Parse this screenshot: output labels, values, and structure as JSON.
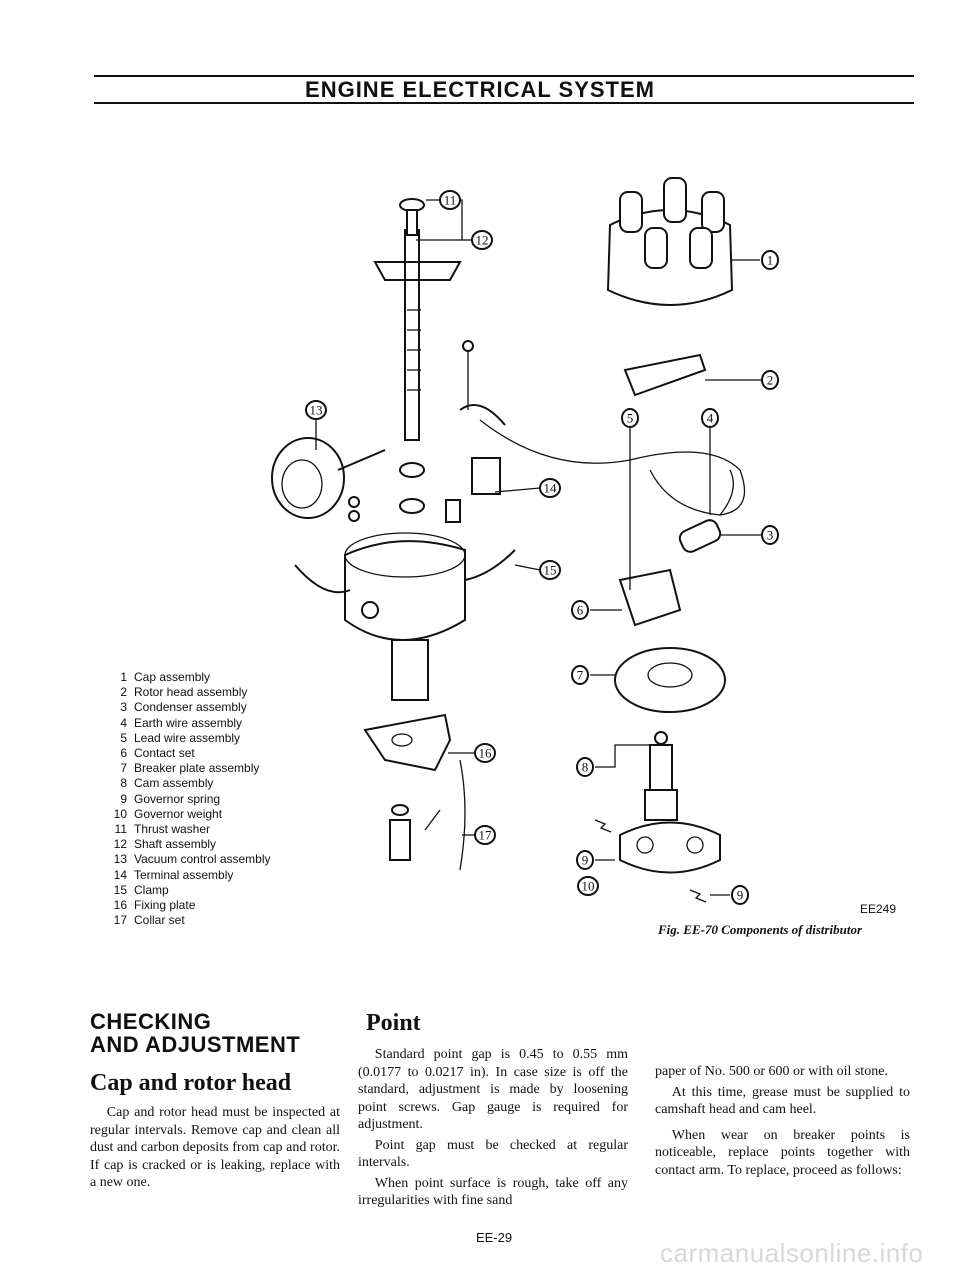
{
  "header": {
    "title": "ENGINE ELECTRICAL SYSTEM"
  },
  "legend": [
    {
      "num": "1",
      "label": "Cap assembly"
    },
    {
      "num": "2",
      "label": "Rotor head assembly"
    },
    {
      "num": "3",
      "label": "Condenser assembly"
    },
    {
      "num": "4",
      "label": "Earth wire assembly"
    },
    {
      "num": "5",
      "label": "Lead wire assembly"
    },
    {
      "num": "6",
      "label": "Contact set"
    },
    {
      "num": "7",
      "label": "Breaker plate assembly"
    },
    {
      "num": "8",
      "label": "Cam assembly"
    },
    {
      "num": "9",
      "label": "Governor spring"
    },
    {
      "num": "10",
      "label": "Governor weight"
    },
    {
      "num": "11",
      "label": "Thrust washer"
    },
    {
      "num": "12",
      "label": "Shaft assembly"
    },
    {
      "num": "13",
      "label": "Vacuum control assembly"
    },
    {
      "num": "14",
      "label": "Terminal assembly"
    },
    {
      "num": "15",
      "label": "Clamp"
    },
    {
      "num": "16",
      "label": "Fixing plate"
    },
    {
      "num": "17",
      "label": "Collar set"
    }
  ],
  "figure": {
    "code": "EE249",
    "caption": "Fig. EE-70 Components of distributor",
    "callouts": [
      "1",
      "2",
      "3",
      "4",
      "5",
      "6",
      "7",
      "8",
      "9",
      "10",
      "11",
      "12",
      "13",
      "14",
      "15",
      "16",
      "17",
      "9"
    ]
  },
  "section": {
    "heading_line1": "CHECKING",
    "heading_line2": "AND ADJUSTMENT",
    "subheading": "Cap and rotor head",
    "para1": "Cap and rotor head must be inspected at regular intervals. Remove cap and clean all dust and carbon deposits from cap and rotor. If cap is cracked or is leaking, replace with a new one."
  },
  "point": {
    "heading": "Point",
    "para1": "Standard point gap is 0.45 to 0.55 mm (0.0177 to 0.0217 in). In case size is off the standard, adjustment is made by loosening point screws. Gap gauge is required for adjustment.",
    "para2": "Point gap must be checked at regular intervals.",
    "para3": "When point surface is rough, take off any irregularities with fine sand",
    "para4": "paper of No. 500 or 600 or with oil stone.",
    "para5": "At this time, grease must be supplied to camshaft head and cam heel.",
    "para6": "When wear on breaker points is noticeable, replace points together with contact arm. To replace, proceed as follows:"
  },
  "footer": {
    "page_number": "EE-29",
    "watermark": "carmanualsonline.info"
  }
}
